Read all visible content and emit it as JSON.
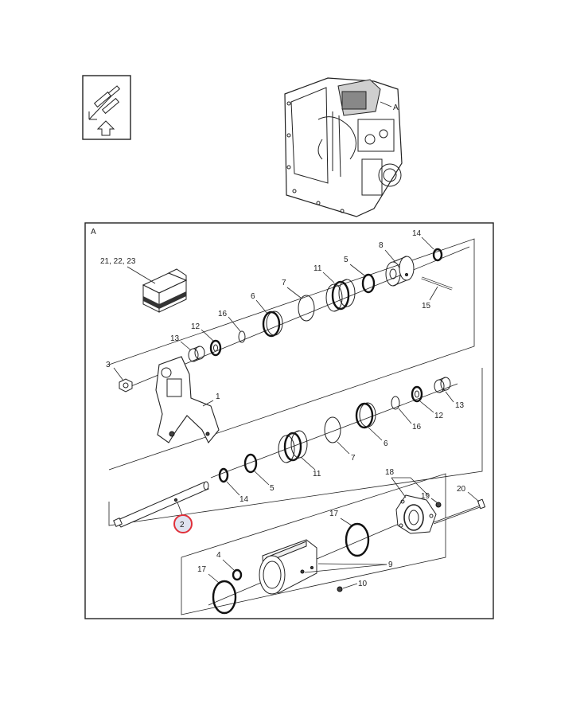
{
  "view_label": "A",
  "callouts": {
    "c1": "1",
    "c2": "2",
    "c3": "3",
    "c4": "4",
    "c5a": "5",
    "c5b": "5",
    "c6a": "6",
    "c6b": "6",
    "c7a": "7",
    "c7b": "7",
    "c8": "8",
    "c9": "9",
    "c10": "10",
    "c11a": "11",
    "c11b": "11",
    "c12a": "12",
    "c12b": "12",
    "c13a": "13",
    "c13b": "13",
    "c14a": "14",
    "c14b": "14",
    "c15": "15",
    "c16a": "16",
    "c16b": "16",
    "c17a": "17",
    "c17b": "17",
    "c18": "18",
    "c19": "19",
    "c20": "20",
    "c21": "21, 22, 23",
    "overview_a": "A"
  },
  "highlight": {
    "part": "2",
    "color": "#e0303a",
    "fill": "#dfe3f0"
  },
  "icons": {
    "direction": "front-arrow-icon",
    "kit": "kit-box-icon"
  }
}
